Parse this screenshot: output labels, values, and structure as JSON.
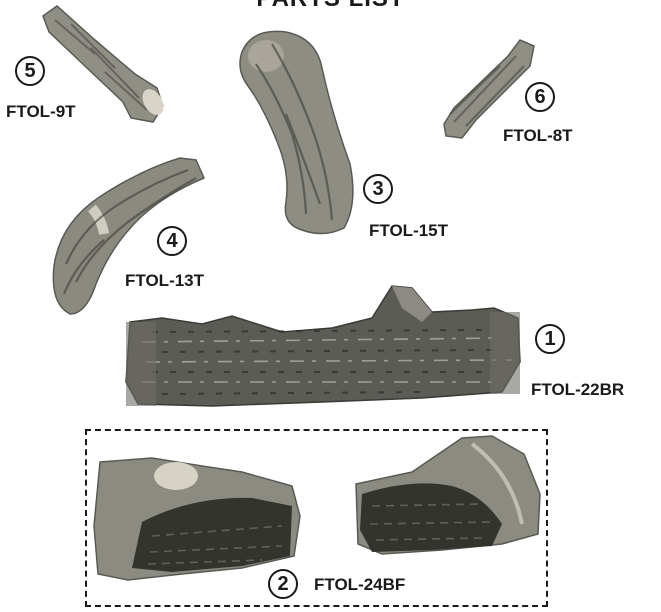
{
  "title": "PARTS LIST",
  "parts": [
    {
      "number": "5",
      "code": "FTOL-9T"
    },
    {
      "number": "3",
      "code": "FTOL-15T"
    },
    {
      "number": "6",
      "code": "FTOL-8T"
    },
    {
      "number": "4",
      "code": "FTOL-13T"
    },
    {
      "number": "1",
      "code": "FTOL-22BR"
    },
    {
      "number": "2",
      "code": "FTOL-24BF"
    }
  ],
  "colors": {
    "bark": "#8a8a82",
    "bark_dark": "#3a3a36",
    "ink": "#1a1a1a"
  }
}
